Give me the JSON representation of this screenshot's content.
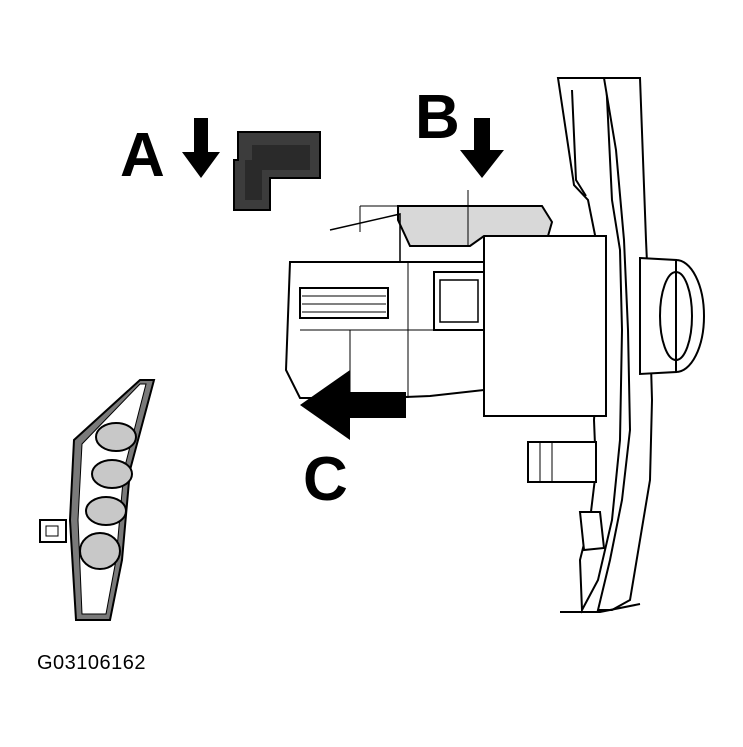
{
  "callouts": {
    "a": "A",
    "b": "B",
    "c": "C"
  },
  "figure_id": "G03106162",
  "colors": {
    "ink": "#000000",
    "paper": "#ffffff",
    "shade_dark": "#3c3c3c",
    "shade_mid": "#7a7a7a",
    "shade_light": "#d8d8d8"
  },
  "icons": {
    "arrow_a": "arrow-down",
    "arrow_b": "arrow-down",
    "arrow_c": "arrow-left"
  }
}
